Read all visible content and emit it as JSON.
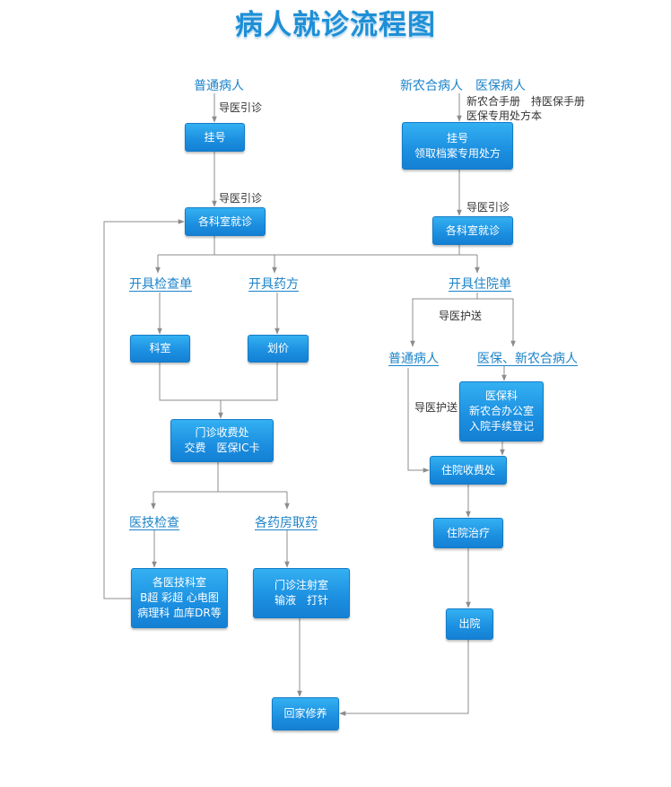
{
  "title": "病人就诊流程图",
  "labels": {
    "ordinary_patient": "普通病人",
    "insured_patient": "新农合病人　医保病人",
    "open_exam": "开具检查单",
    "open_rx": "开具药方",
    "open_admission": "开具住院单",
    "inpatient_ordinary": "普通病人",
    "inpatient_insured": "医保、新农合病人",
    "medtech_exam": "医技检查",
    "pharmacy": "各药房取药"
  },
  "notes": {
    "guide1": "导医引诊",
    "guide2": "导医引诊",
    "guide3": "导医引诊",
    "docs_line1": "新农合手册　持医保手册",
    "docs_line2": "医保专用处方本",
    "escort1": "导医护送",
    "escort2": "导医护送"
  },
  "boxes": {
    "register_left": [
      "挂号"
    ],
    "register_right": [
      "挂号",
      "领取档案专用处方"
    ],
    "dept_left": [
      "各科室就诊"
    ],
    "dept_right": [
      "各科室就诊"
    ],
    "keshi": [
      "科室"
    ],
    "pricing": [
      "划价"
    ],
    "cashier": [
      "门诊收费处",
      "交费　医保IC卡"
    ],
    "insurance_office": [
      "医保科",
      "新农合办公室",
      "入院手续登记"
    ],
    "inpatient_cashier": [
      "住院收费处"
    ],
    "inpatient_treatment": [
      "住院治疗"
    ],
    "discharge": [
      "出院"
    ],
    "medtech_depts": [
      "各医技科室",
      "B超 彩超 心电图",
      "病理科 血库DR等"
    ],
    "injection": [
      "门诊注射室",
      "输液　打针"
    ],
    "home": [
      "回家修养"
    ]
  }
}
